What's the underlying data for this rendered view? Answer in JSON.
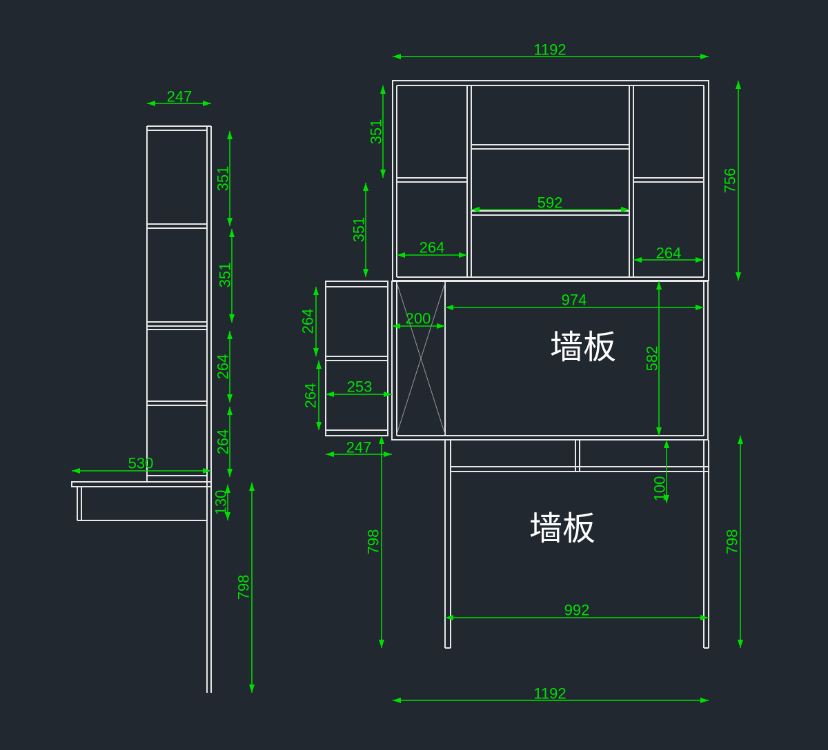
{
  "panel_label": "墙板",
  "colors": {
    "background": "#212830",
    "outline": "#e8e8e8",
    "dimension": "#00e000"
  },
  "side_view": {
    "depth_top": "247",
    "shelf_1": "351",
    "shelf_2": "351",
    "shelf_3": "264",
    "shelf_4": "264",
    "desk_depth": "530",
    "desk_drawer": "130",
    "desk_height": "798"
  },
  "front_view": {
    "total_width_top": "1192",
    "total_width_bottom": "1192",
    "upper_height": "756",
    "upper_shelf_1": "351",
    "upper_shelf_2": "351",
    "center_shelf_width": "592",
    "left_cell_width": "264",
    "right_cell_width": "264",
    "side_box_upper": "264",
    "side_box_lower": "264",
    "side_box_inner": "253",
    "side_box_depth": "247",
    "door_width": "200",
    "panel_width": "974",
    "panel_height": "582",
    "drawer_height": "100",
    "desk_height_left": "798",
    "desk_height_right": "798",
    "desk_width": "992"
  }
}
